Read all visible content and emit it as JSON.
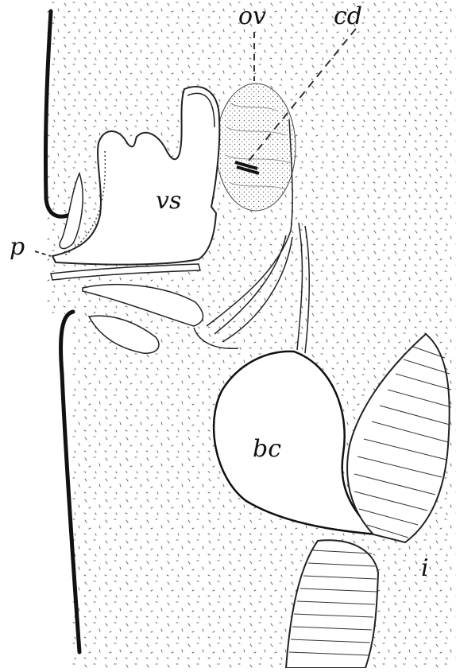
{
  "figure": {
    "labels": {
      "ov": "ov",
      "cd": "cd",
      "vs": "vs",
      "p": "p",
      "bc": "bc",
      "i": "i"
    }
  }
}
